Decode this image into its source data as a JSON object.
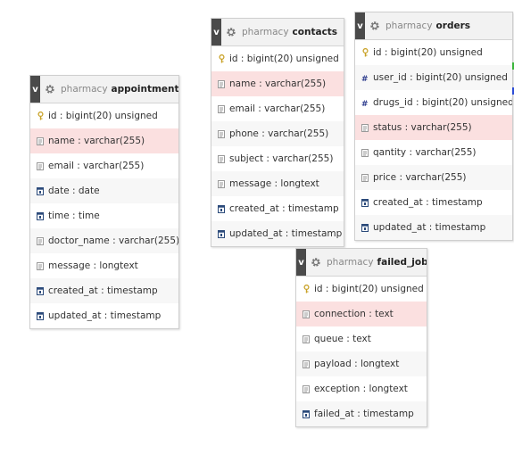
{
  "tables": [
    {
      "db": "pharmacy",
      "name": "appointments",
      "toggle": "v",
      "columns": [
        {
          "text": "id : bigint(20) unsigned",
          "icon": "key-icon"
        },
        {
          "text": "name : varchar(255)",
          "icon": "text-icon",
          "highlight": true
        },
        {
          "text": "email : varchar(255)",
          "icon": "text-icon"
        },
        {
          "text": "date : date",
          "icon": "date-icon"
        },
        {
          "text": "time : time",
          "icon": "date-icon"
        },
        {
          "text": "doctor_name : varchar(255)",
          "icon": "text-icon"
        },
        {
          "text": "message : longtext",
          "icon": "text-icon"
        },
        {
          "text": "created_at : timestamp",
          "icon": "date-icon"
        },
        {
          "text": "updated_at : timestamp",
          "icon": "date-icon"
        }
      ]
    },
    {
      "db": "pharmacy",
      "name": "contacts",
      "toggle": "v",
      "columns": [
        {
          "text": "id : bigint(20) unsigned",
          "icon": "key-icon"
        },
        {
          "text": "name : varchar(255)",
          "icon": "text-icon",
          "highlight": true
        },
        {
          "text": "email : varchar(255)",
          "icon": "text-icon"
        },
        {
          "text": "phone : varchar(255)",
          "icon": "text-icon"
        },
        {
          "text": "subject : varchar(255)",
          "icon": "text-icon"
        },
        {
          "text": "message : longtext",
          "icon": "text-icon"
        },
        {
          "text": "created_at : timestamp",
          "icon": "date-icon"
        },
        {
          "text": "updated_at : timestamp",
          "icon": "date-icon"
        }
      ]
    },
    {
      "db": "pharmacy",
      "name": "orders",
      "toggle": "v",
      "columns": [
        {
          "text": "id : bigint(20) unsigned",
          "icon": "key-icon"
        },
        {
          "text": "user_id : bigint(20) unsigned",
          "icon": "number-icon"
        },
        {
          "text": "drugs_id : bigint(20) unsigned",
          "icon": "number-icon"
        },
        {
          "text": "status : varchar(255)",
          "icon": "text-icon",
          "highlight": true
        },
        {
          "text": "qantity : varchar(255)",
          "icon": "text-icon"
        },
        {
          "text": "price : varchar(255)",
          "icon": "text-icon"
        },
        {
          "text": "created_at : timestamp",
          "icon": "date-icon"
        },
        {
          "text": "updated_at : timestamp",
          "icon": "date-icon"
        }
      ]
    },
    {
      "db": "pharmacy",
      "name": "failed_jobs",
      "toggle": "v",
      "columns": [
        {
          "text": "id : bigint(20) unsigned",
          "icon": "key-icon"
        },
        {
          "text": "connection : text",
          "icon": "text-icon",
          "highlight": true
        },
        {
          "text": "queue : text",
          "icon": "text-icon"
        },
        {
          "text": "payload : longtext",
          "icon": "text-icon"
        },
        {
          "text": "exception : longtext",
          "icon": "text-icon"
        },
        {
          "text": "failed_at : timestamp",
          "icon": "date-icon"
        }
      ]
    }
  ],
  "colors": {
    "highlight_row": "#fbe0e0",
    "key_icon": "#c9a227",
    "number_icon": "#2b3a8c",
    "date_icon": "#2b4a7a",
    "text_icon": "#999999",
    "relation_green": "#3ab53a",
    "relation_blue": "#2a4ad6"
  }
}
